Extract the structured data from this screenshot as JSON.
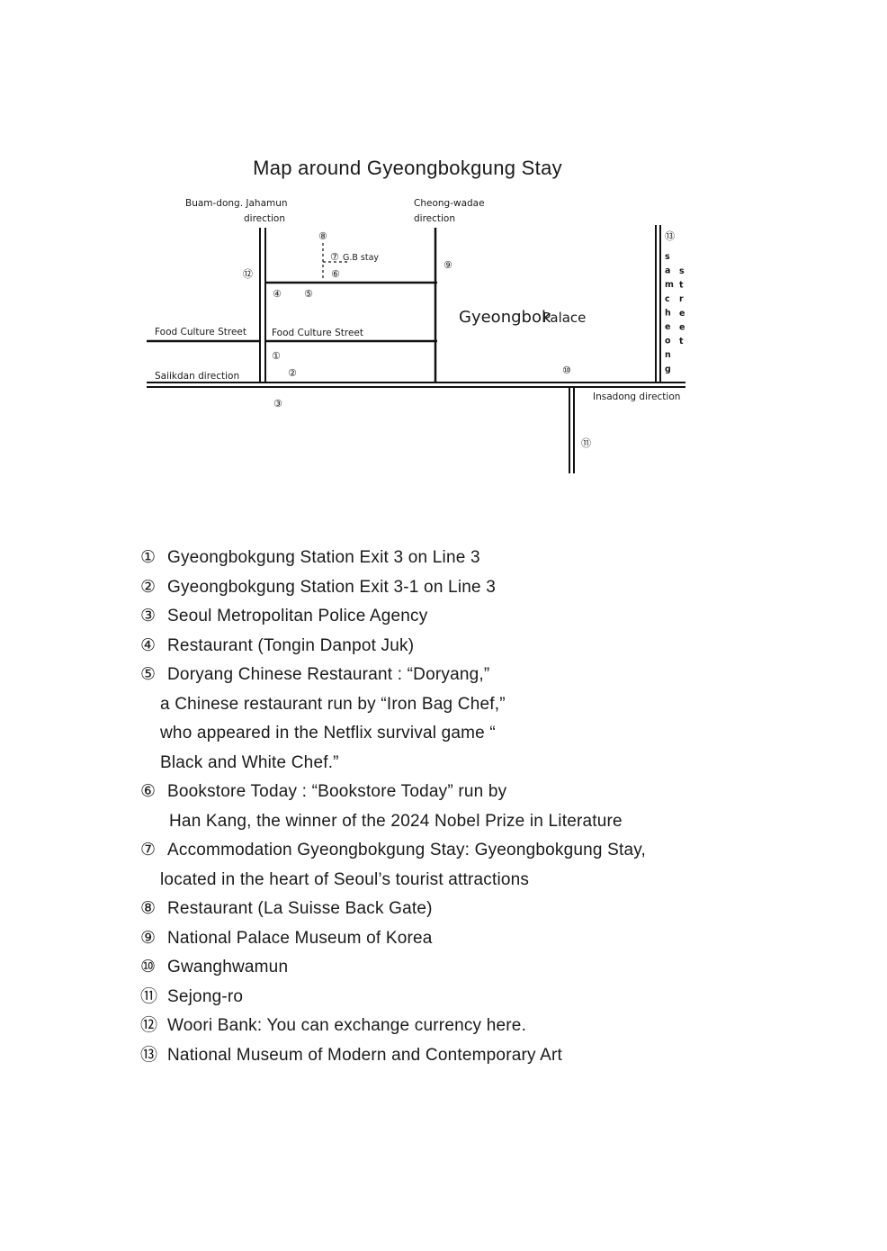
{
  "title": "Map around Gyeongbokgung Stay",
  "map": {
    "labels": {
      "buam": "Buam-dong. Jahamun",
      "buam_dir": "direction",
      "cheong": "Cheong-wadae",
      "cheong_dir": "direction",
      "food_left": "Food Culture Street",
      "food_right": "Food Culture Street",
      "sajikdan": "Saiikdan direction",
      "gb_stay": "G.B stay",
      "palace_main": "Gyeongbok",
      "palace_sub": "Palace",
      "insadong": "Insadong direction",
      "samcheong_a": "samcheong",
      "samcheong_b": "street"
    },
    "markers": [
      "①",
      "②",
      "③",
      "④",
      "⑤",
      "⑥",
      "⑦",
      "⑧",
      "⑨",
      "⑩",
      "⑪",
      "⑫",
      "⑬"
    ]
  },
  "legend": [
    {
      "num": "①",
      "lines": [
        "Gyeongbokgung Station Exit 3 on Line 3"
      ]
    },
    {
      "num": "②",
      "lines": [
        "Gyeongbokgung Station Exit 3-1 on Line 3"
      ]
    },
    {
      "num": "③",
      "lines": [
        "Seoul Metropolitan Police Agency"
      ]
    },
    {
      "num": "④",
      "lines": [
        "Restaurant (Tongin Danpot Juk)"
      ]
    },
    {
      "num": "⑤",
      "lines": [
        "Doryang Chinese Restaurant : “Doryang,”",
        "a Chinese restaurant run by “Iron Bag Chef,”",
        "who appeared in the Netflix survival game “",
        "Black and White Chef.”"
      ]
    },
    {
      "num": "⑥",
      "lines": [
        "Bookstore Today : “Bookstore Today” run by",
        "Han Kang, the winner of the 2024 Nobel Prize in Literature"
      ]
    },
    {
      "num": "⑦",
      "lines": [
        "Accommodation Gyeongbokgung Stay: Gyeongbokgung Stay,",
        "located in the heart of Seoul’s tourist attractions"
      ]
    },
    {
      "num": "⑧",
      "lines": [
        "Restaurant (La Suisse Back Gate)"
      ]
    },
    {
      "num": "⑨",
      "lines": [
        "National Palace Museum of Korea"
      ]
    },
    {
      "num": "⑩",
      "lines": [
        "Gwanghwamun"
      ]
    },
    {
      "num": "⑪",
      "lines": [
        "Sejong-ro"
      ]
    },
    {
      "num": "⑫",
      "lines": [
        "Woori Bank: You can exchange currency here."
      ]
    },
    {
      "num": "⑬",
      "lines": [
        "National Museum of Modern and Contemporary Art"
      ]
    }
  ]
}
